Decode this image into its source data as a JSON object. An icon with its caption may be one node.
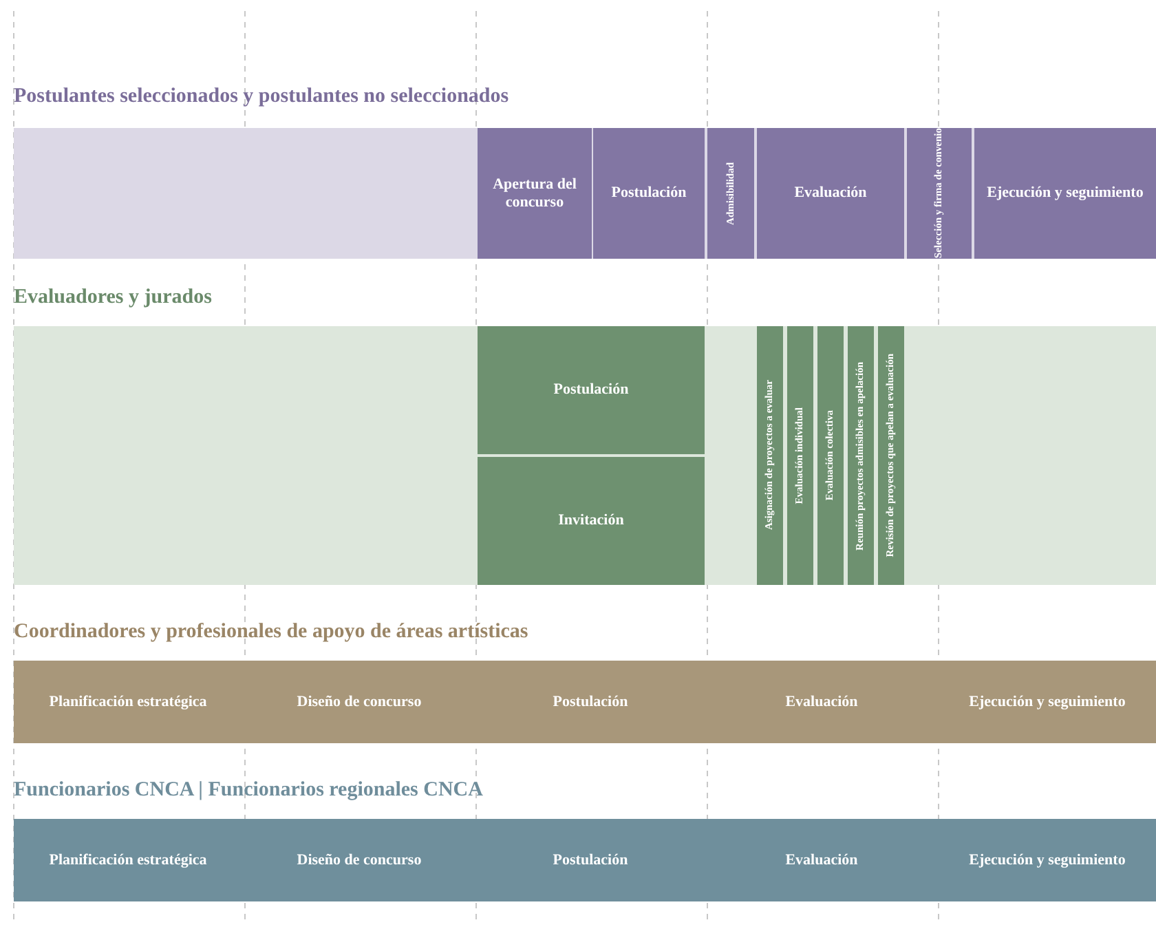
{
  "diagram": {
    "nodes": [
      {
        "text": [
          "Postulantes seleccionados y postulantes no seleccionados"
        ]
      },
      {
        "text": [
          "Apertura del concurso"
        ],
        "in": 0
      },
      {
        "text": [
          "Postulación"
        ],
        "in": 0
      },
      {
        "text": [
          "Admisibilidad"
        ],
        "in": 0
      },
      {
        "text": [
          "Evaluación"
        ],
        "in": 0
      },
      {
        "text": [
          "Selección y firma de convenio"
        ],
        "in": 0
      },
      {
        "text": [
          "Ejecución y seguimiento"
        ],
        "in": 0
      },
      {
        "text": [
          "Evaluadores y jurados"
        ]
      },
      {
        "text": [
          "Postulación"
        ],
        "in": 7
      },
      {
        "text": [
          "Invitación"
        ],
        "in": 7
      },
      {
        "text": [
          "Asignación de proyectos a evaluar"
        ],
        "in": 7
      },
      {
        "text": [
          "Evaluación individual"
        ],
        "in": 7
      },
      {
        "text": [
          "Evaluación colectiva"
        ],
        "in": 7
      },
      {
        "text": [
          "Reunión proyectos admisibles en apelación"
        ],
        "in": 7
      },
      {
        "text": [
          "Revisión de proyectos que apelan a evaluación"
        ],
        "in": 7
      },
      {
        "text": [
          "Coordinadores y profesionales de apoyo de áreas artísticas"
        ]
      },
      {
        "text": [
          "Planificación estratégica"
        ],
        "in": 15
      },
      {
        "text": [
          "Diseño de concurso"
        ],
        "in": 15
      },
      {
        "text": [
          "Postulación"
        ],
        "in": 15
      },
      {
        "text": [
          "Evaluación"
        ],
        "in": 15
      },
      {
        "text": [
          "Ejecución y seguimiento"
        ],
        "in": 15
      },
      {
        "text": [
          "Funcionarios CNCA | Funcionarios regionales CNCA"
        ]
      },
      {
        "text": [
          "Planificación estratégica"
        ],
        "in": 21
      },
      {
        "text": [
          "Diseño de concurso"
        ],
        "in": 21
      },
      {
        "text": [
          "Postulación"
        ],
        "in": 21
      },
      {
        "text": [
          "Evaluación"
        ],
        "in": 21
      },
      {
        "text": [
          "Ejecución y seguimiento"
        ],
        "in": 21
      }
    ],
    "edges": []
  }
}
